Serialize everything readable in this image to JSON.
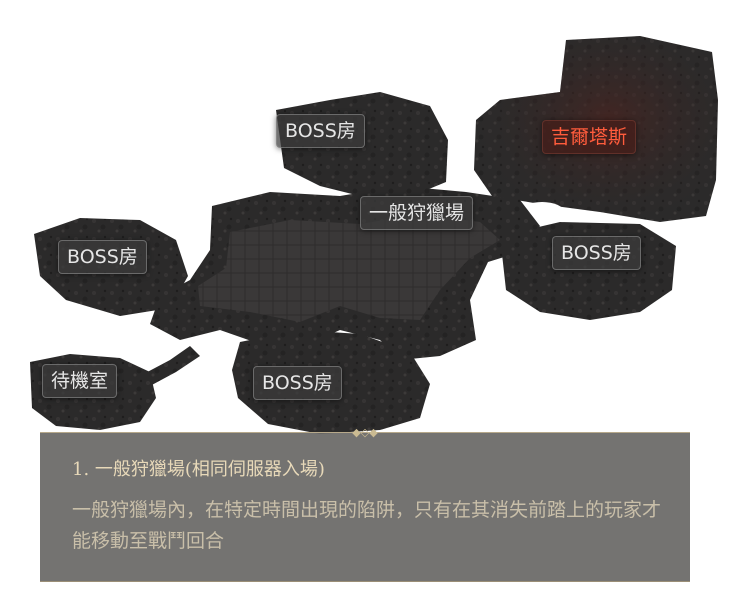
{
  "map": {
    "labels": {
      "boss_top": "BOSS房",
      "boss_left": "BOSS房",
      "boss_right": "BOSS房",
      "boss_bottom": "BOSS房",
      "hunting_ground": "一般狩獵場",
      "giltas": "吉爾塔斯",
      "waiting_room": "待機室"
    },
    "colors": {
      "giltas_text": "#ff5c3c",
      "label_text": "#e6e6e6"
    }
  },
  "info_panel": {
    "title": "1. 一般狩獵場(相同伺服器入場)",
    "body": "一般狩獵場內，在特定時間出現的陷阱，只有在其消失前踏上的玩家才能移動至戰鬥回合"
  }
}
